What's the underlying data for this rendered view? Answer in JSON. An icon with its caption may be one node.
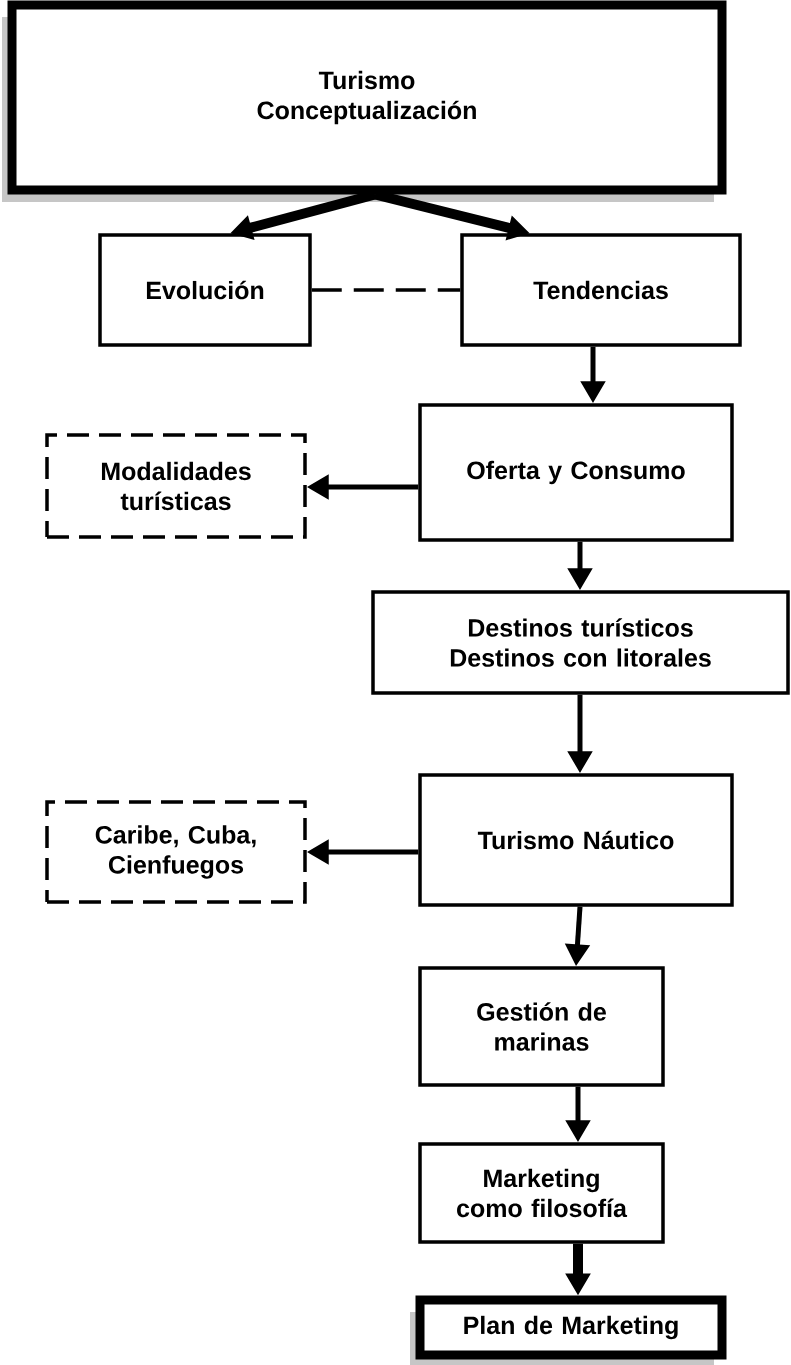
{
  "diagram": {
    "nodes": [
      {
        "text": [
          "Turismo Conceptualización"
        ]
      },
      {
        "text": [
          "Evolución"
        ]
      },
      {
        "text": [
          "Tendencias"
        ]
      },
      {
        "text": [
          "Modalidades turísticas"
        ]
      },
      {
        "text": [
          "Oferta y Consumo"
        ]
      },
      {
        "text": [
          "Destinos turísticos Destinos con litorales"
        ]
      },
      {
        "text": [
          "Caribe, Cuba, Cienfuegos"
        ]
      },
      {
        "text": [
          "Turismo Náutico"
        ]
      },
      {
        "text": [
          "Gestión de marinas"
        ]
      },
      {
        "text": [
          "Marketing como filosofía"
        ]
      },
      {
        "text": [
          "Plan de Marketing"
        ]
      }
    ],
    "edges": [
      {
        "from": 0,
        "to": 1,
        "arrow": "to",
        "style": "thick"
      },
      {
        "from": 0,
        "to": 2,
        "arrow": "to",
        "style": "thick"
      },
      {
        "from": 1,
        "to": 2,
        "arrow": "none",
        "style": "dashed"
      },
      {
        "from": 2,
        "to": 4,
        "arrow": "to"
      },
      {
        "from": 4,
        "to": 3,
        "arrow": "to"
      },
      {
        "from": 4,
        "to": 5,
        "arrow": "to"
      },
      {
        "from": 5,
        "to": 7,
        "arrow": "to"
      },
      {
        "from": 7,
        "to": 6,
        "arrow": "to"
      },
      {
        "from": 7,
        "to": 8,
        "arrow": "to"
      },
      {
        "from": 8,
        "to": 9,
        "arrow": "to"
      },
      {
        "from": 9,
        "to": 10,
        "arrow": "to",
        "style": "thick"
      }
    ]
  }
}
